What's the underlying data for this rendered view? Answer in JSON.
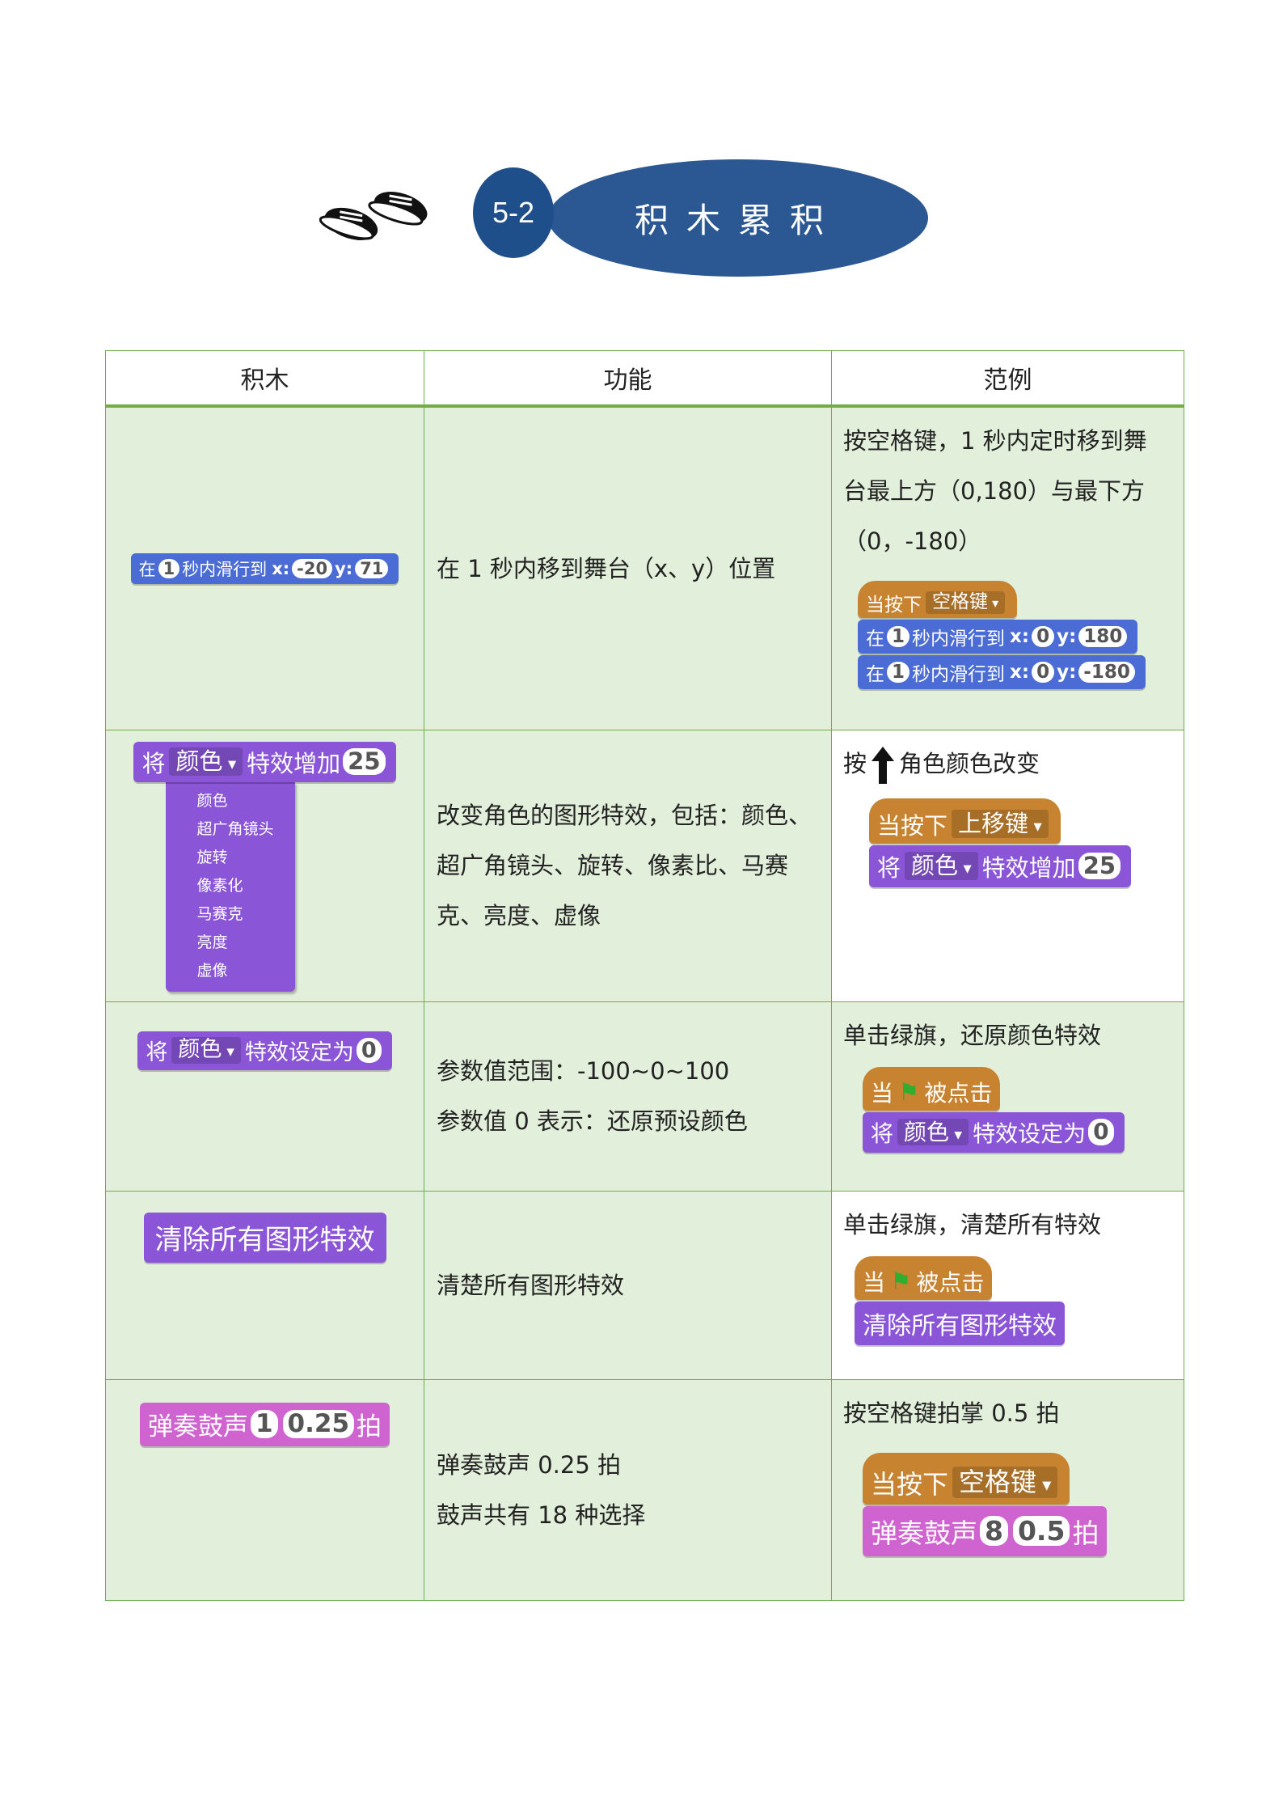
{
  "header": {
    "number": "5-2",
    "title": "积木累积"
  },
  "table": {
    "headers": [
      "积木",
      "功能",
      "范例"
    ],
    "rows": [
      {
        "block": {
          "prefix": "在",
          "secs": "1",
          "mid": "秒内滑行到",
          "xlabel": "x:",
          "x": "-20",
          "ylabel": "y:",
          "y": "71"
        },
        "function_lines": [
          "在 1 秒内移到舞台（x、y）位置"
        ],
        "example_lines": [
          "按空格键，1 秒内定时移到舞",
          "台最上方（0,180）与最下方",
          "（0，-180）"
        ],
        "example_script": {
          "hat": {
            "label": "当按下",
            "key": "空格键"
          },
          "blocks": [
            {
              "prefix": "在",
              "secs": "1",
              "mid": "秒内滑行到",
              "xlabel": "x:",
              "x": "0",
              "ylabel": "y:",
              "y": "180"
            },
            {
              "prefix": "在",
              "secs": "1",
              "mid": "秒内滑行到",
              "xlabel": "x:",
              "x": "0",
              "ylabel": "y:",
              "y": "-180"
            }
          ]
        }
      },
      {
        "block": {
          "prefix": "将",
          "effect": "颜色",
          "suffix": "特效增加",
          "value": "25",
          "menu": [
            "颜色",
            "超广角镜头",
            "旋转",
            "像素化",
            "马赛克",
            "亮度",
            "虚像"
          ]
        },
        "function_lines": [
          "改变角色的图形特效，包括：颜色、",
          "超广角镜头、旋转、像素比、马赛",
          "克、亮度、虚像"
        ],
        "example_lines": [
          "按",
          "角色颜色改变"
        ],
        "example_script": {
          "hat": {
            "label": "当按下",
            "key": "上移键"
          },
          "blocks": [
            {
              "prefix": "将",
              "effect": "颜色",
              "suffix": "特效增加",
              "value": "25"
            }
          ]
        }
      },
      {
        "block": {
          "prefix": "将",
          "effect": "颜色",
          "suffix": "特效设定为",
          "value": "0"
        },
        "function_lines": [
          "参数值范围：-100~0~100",
          "参数值 0 表示：还原预设颜色"
        ],
        "example_lines": [
          "单击绿旗，还原颜色特效"
        ],
        "example_script": {
          "hat": {
            "prefix": "当",
            "suffix": "被点击"
          },
          "blocks": [
            {
              "prefix": "将",
              "effect": "颜色",
              "suffix": "特效设定为",
              "value": "0"
            }
          ]
        }
      },
      {
        "block": {
          "label": "清除所有图形特效"
        },
        "function_lines": [
          "清楚所有图形特效"
        ],
        "example_lines": [
          "单击绿旗，清楚所有特效"
        ],
        "example_script": {
          "hat": {
            "prefix": "当",
            "suffix": "被点击"
          },
          "blocks": [
            {
              "label": "清除所有图形特效"
            }
          ]
        }
      },
      {
        "block": {
          "prefix": "弹奏鼓声",
          "drum": "1",
          "beats": "0.25",
          "suffix": "拍"
        },
        "function_lines": [
          "弹奏鼓声 0.25 拍",
          "鼓声共有 18 种选择"
        ],
        "example_lines": [
          "按空格键拍掌 0.5 拍"
        ],
        "example_script": {
          "hat": {
            "label": "当按下",
            "key": "空格键"
          },
          "blocks": [
            {
              "prefix": "弹奏鼓声",
              "drum": "8",
              "beats": "0.5",
              "suffix": "拍"
            }
          ]
        }
      }
    ]
  },
  "colors": {
    "border": "#70ad47",
    "row_bg": "#e2efda",
    "title_oval": "#2b5892",
    "motion": "#4a6cd4",
    "looks": "#8a55d7",
    "sound": "#cf63cf",
    "events": "#c88330"
  },
  "icons": [
    "sneakers-icon",
    "up-arrow-icon",
    "green-flag-icon",
    "dropdown-arrow-icon"
  ]
}
